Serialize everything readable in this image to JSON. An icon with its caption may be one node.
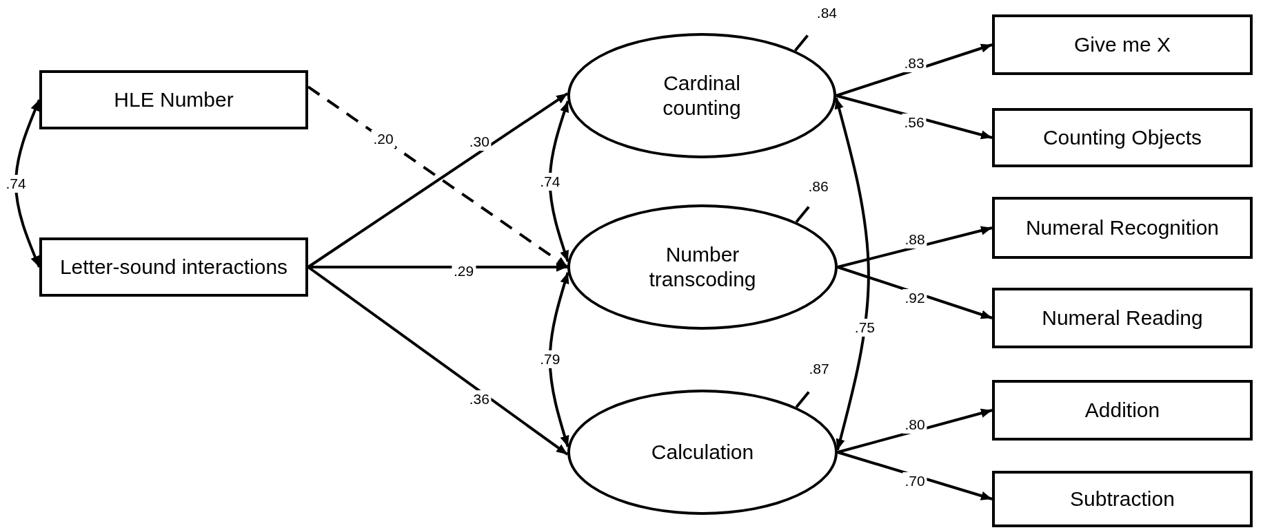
{
  "diagram": {
    "nodes": [
      {
        "text": [
          "HLE Number"
        ]
      },
      {
        "text": [
          "Letter-sound interactions"
        ]
      },
      {
        "text": [
          "Cardinal counting"
        ]
      },
      {
        "text": [
          "Number transcoding"
        ]
      },
      {
        "text": [
          "Calculation"
        ]
      },
      {
        "text": [
          "Give me X"
        ]
      },
      {
        "text": [
          "Counting Objects"
        ]
      },
      {
        "text": [
          "Numeral Recognition"
        ]
      },
      {
        "text": [
          "Numeral Reading"
        ]
      },
      {
        "text": [
          "Addition"
        ]
      },
      {
        "text": [
          "Subtraction"
        ]
      }
    ],
    "edges": [
      {
        "from": 0,
        "to": 1,
        "arrow": "both",
        "label": ".74"
      },
      {
        "from": 0,
        "to": 3,
        "arrow": "to",
        "label": ".20",
        "style": "dashed"
      },
      {
        "from": 1,
        "to": 2,
        "arrow": "to",
        "label": ".30"
      },
      {
        "from": 1,
        "to": 3,
        "arrow": "to",
        "label": ".29"
      },
      {
        "from": 1,
        "to": 4,
        "arrow": "to",
        "label": ".36"
      },
      {
        "from": 2,
        "to": 3,
        "arrow": "both",
        "label": ".74"
      },
      {
        "from": 3,
        "to": 4,
        "arrow": "both",
        "label": ".79"
      },
      {
        "from": 2,
        "to": 4,
        "arrow": "both",
        "label": ".75"
      },
      {
        "from": 2,
        "to": 5,
        "arrow": "to",
        "label": ".83"
      },
      {
        "from": 2,
        "to": 6,
        "arrow": "to",
        "label": ".56"
      },
      {
        "from": 3,
        "to": 7,
        "arrow": "to",
        "label": ".88"
      },
      {
        "from": 3,
        "to": 8,
        "arrow": "to",
        "label": ".92"
      },
      {
        "from": 4,
        "to": 9,
        "arrow": "to",
        "label": ".80"
      },
      {
        "from": 4,
        "to": 10,
        "arrow": "to",
        "label": ".70"
      },
      {
        "from": null,
        "to": 2,
        "arrow": "none",
        "label": ".84"
      },
      {
        "from": null,
        "to": 3,
        "arrow": "none",
        "label": ".86"
      },
      {
        "from": null,
        "to": 4,
        "arrow": "none",
        "label": ".87"
      }
    ]
  }
}
